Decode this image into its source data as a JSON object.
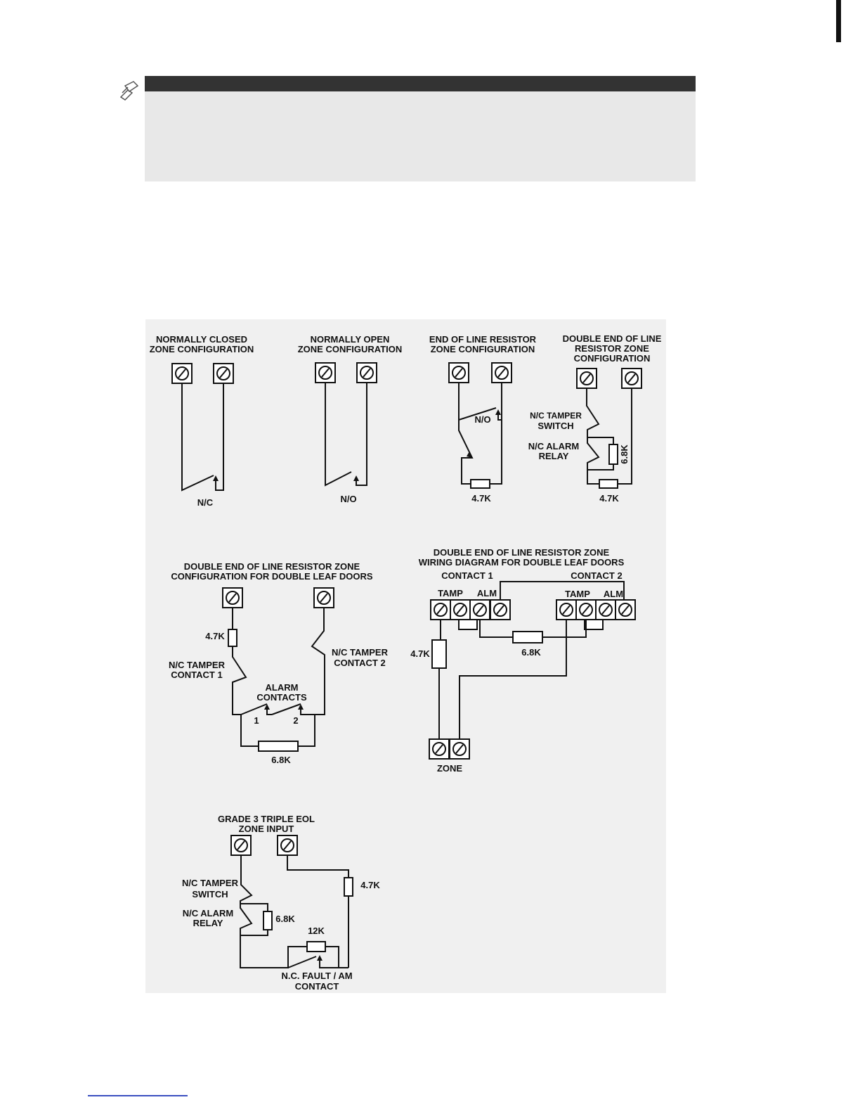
{
  "diagrams": {
    "nc": {
      "title1": "NORMALLY  CLOSED",
      "title2": "ZONE CONFIGURATION",
      "contact": "N/C"
    },
    "no": {
      "title1": "NORMALLY  OPEN",
      "title2": "ZONE CONFIGURATION",
      "contact": "N/O"
    },
    "eol": {
      "title1": "END OF LINE RESISTOR",
      "title2": "ZONE CONFIGURATION",
      "contact": "N/O",
      "resistor": "4.7K"
    },
    "deol": {
      "title1": "DOUBLE END OF LINE",
      "title2": "RESISTOR  ZONE",
      "title3": "CONFIGURATION",
      "tamper1": "N/C TAMPER",
      "tamper2": "SWITCH",
      "alarm1": "N/C ALARM",
      "alarm2": "RELAY",
      "r_alarm": "6.8K",
      "r_line": "4.7K"
    },
    "dl": {
      "title1": "DOUBLE END OF LINE RESISTOR ZONE",
      "title2": "CONFIGURATION FOR DOUBLE LEAF DOORS",
      "r_top": "4.7K",
      "tamper1a": "N/C TAMPER",
      "tamper1b": "CONTACT 1",
      "tamper2a": "N/C TAMPER",
      "tamper2b": "CONTACT 2",
      "alarm1": "ALARM",
      "alarm2": "CONTACTS",
      "n1": "1",
      "n2": "2",
      "r_bottom": "6.8K"
    },
    "wd": {
      "title1": "DOUBLE END OF LINE RESISTOR ZONE",
      "title2": "WIRING DIAGRAM FOR DOUBLE LEAF DOORS",
      "contact1": "CONTACT 1",
      "contact2": "CONTACT 2",
      "tamp": "TAMP",
      "alm": "ALM",
      "r_left": "4.7K",
      "r_mid": "6.8K",
      "zone": "ZONE"
    },
    "g3": {
      "title1": "GRADE 3 TRIPLE EOL",
      "title2": "ZONE INPUT",
      "tamper1": "N/C TAMPER",
      "tamper2": "SWITCH",
      "alarm1": "N/C ALARM",
      "alarm2": "RELAY",
      "r_alarm": "6.8K",
      "r_line": "4.7K",
      "r_fault": "12K",
      "fault1": "N.C. FAULT / AM",
      "fault2": "CONTACT"
    }
  }
}
